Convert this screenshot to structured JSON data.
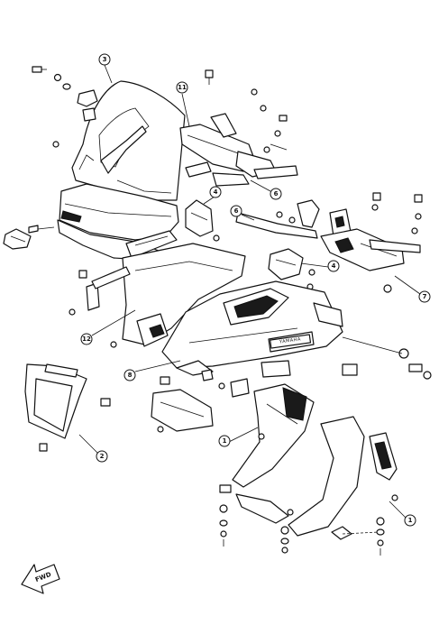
{
  "callouts": {
    "c3": "3",
    "c11": "11",
    "c4a": "4",
    "c6a": "6",
    "c6b": "6",
    "c4b": "4",
    "c7": "7",
    "c12": "12",
    "c8": "8",
    "c1a": "1",
    "c2": "2",
    "c1b": "1"
  },
  "fwd_label": "FWD",
  "brand_label": "YAMAHA"
}
